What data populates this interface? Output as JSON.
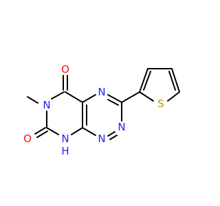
{
  "molecule": {
    "atoms": {
      "o_top": {
        "label": "O",
        "color": "#ff0d0d"
      },
      "o_bottom": {
        "label": "O",
        "color": "#ff0d0d"
      },
      "n_methyl": {
        "label": "N",
        "color": "#1e1eff"
      },
      "nh": {
        "label": "N",
        "color": "#1e1eff"
      },
      "h_on_n": {
        "label": "H",
        "color": "#1e1eff"
      },
      "n4": {
        "label": "N",
        "color": "#1e1eff"
      },
      "n2": {
        "label": "N",
        "color": "#1e1eff"
      },
      "n1": {
        "label": "N",
        "color": "#1e1eff"
      },
      "s_thiophene": {
        "label": "S",
        "color": "#b29a00"
      }
    }
  }
}
